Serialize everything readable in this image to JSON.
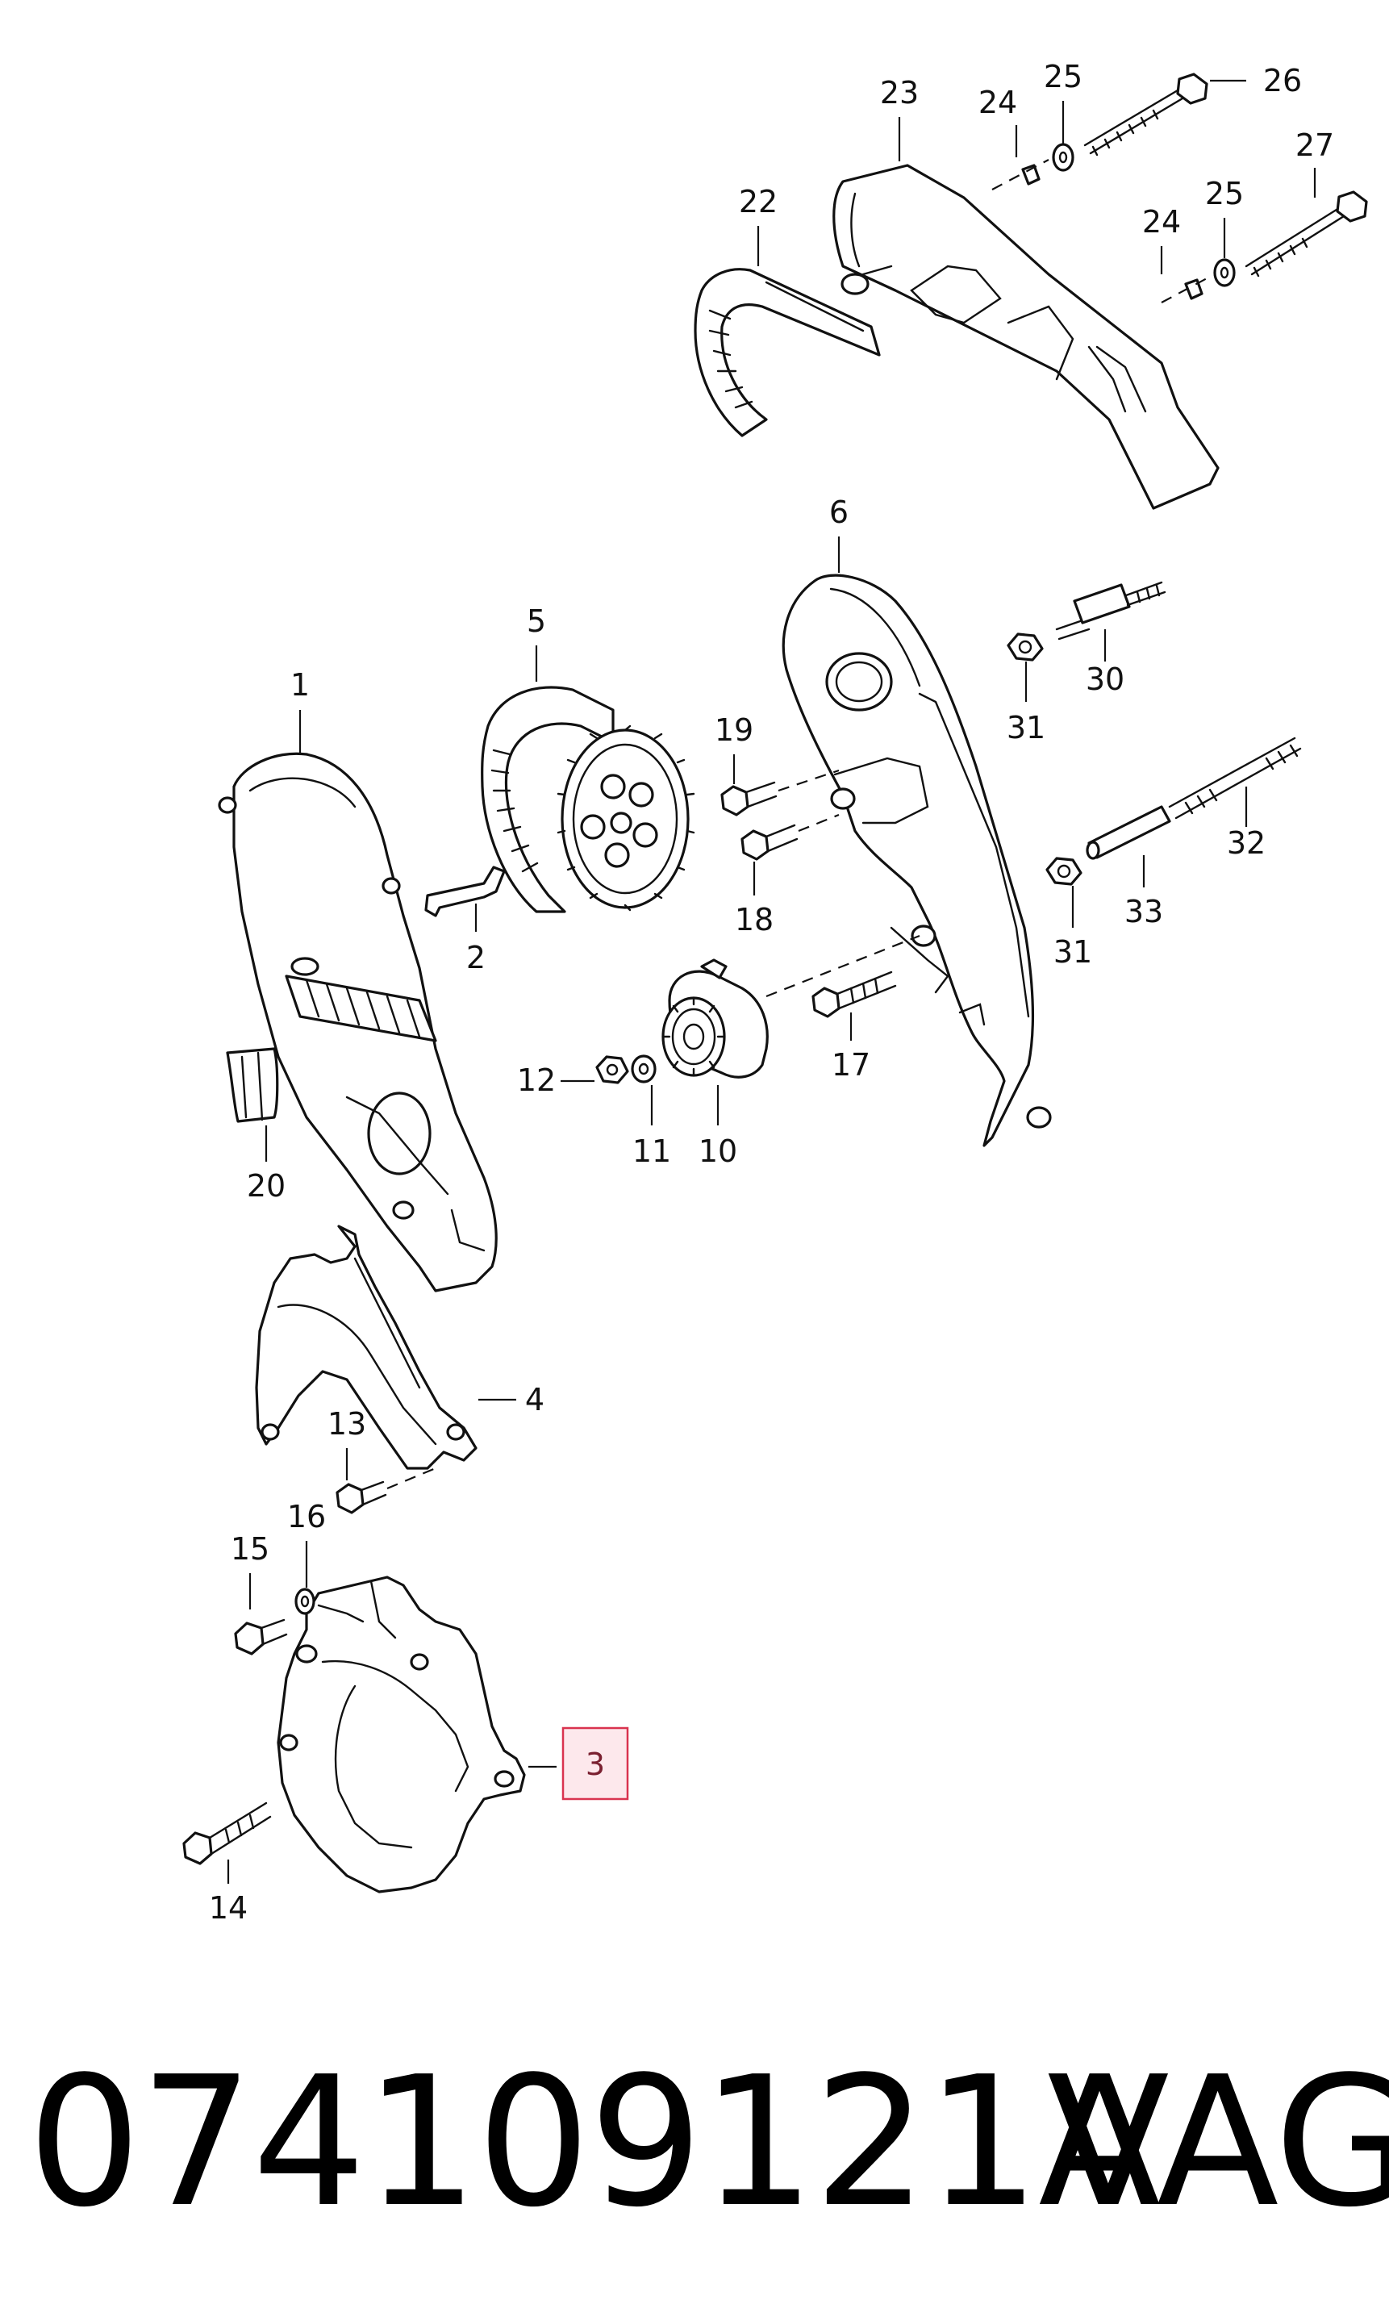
{
  "callouts": [
    {
      "id": "1",
      "label": "1"
    },
    {
      "id": "2",
      "label": "2"
    },
    {
      "id": "3",
      "label": "3",
      "highlighted": true
    },
    {
      "id": "4",
      "label": "4"
    },
    {
      "id": "5",
      "label": "5"
    },
    {
      "id": "6",
      "label": "6"
    },
    {
      "id": "10",
      "label": "10"
    },
    {
      "id": "11",
      "label": "11"
    },
    {
      "id": "12",
      "label": "12"
    },
    {
      "id": "13",
      "label": "13"
    },
    {
      "id": "14",
      "label": "14"
    },
    {
      "id": "15",
      "label": "15"
    },
    {
      "id": "16",
      "label": "16"
    },
    {
      "id": "17",
      "label": "17"
    },
    {
      "id": "18",
      "label": "18"
    },
    {
      "id": "19",
      "label": "19"
    },
    {
      "id": "20",
      "label": "20"
    },
    {
      "id": "22",
      "label": "22"
    },
    {
      "id": "23",
      "label": "23"
    },
    {
      "id": "24a",
      "label": "24"
    },
    {
      "id": "24b",
      "label": "24"
    },
    {
      "id": "25a",
      "label": "25"
    },
    {
      "id": "25b",
      "label": "25"
    },
    {
      "id": "26",
      "label": "26"
    },
    {
      "id": "27",
      "label": "27"
    },
    {
      "id": "30",
      "label": "30"
    },
    {
      "id": "31a",
      "label": "31"
    },
    {
      "id": "31b",
      "label": "31"
    },
    {
      "id": "32",
      "label": "32"
    },
    {
      "id": "33",
      "label": "33"
    }
  ],
  "footer": {
    "part_number": "074109121A",
    "brand": "VAG"
  },
  "colors": {
    "line": "#111111",
    "highlight_fill": "#fde8ec",
    "highlight_stroke": "#d9334f"
  }
}
